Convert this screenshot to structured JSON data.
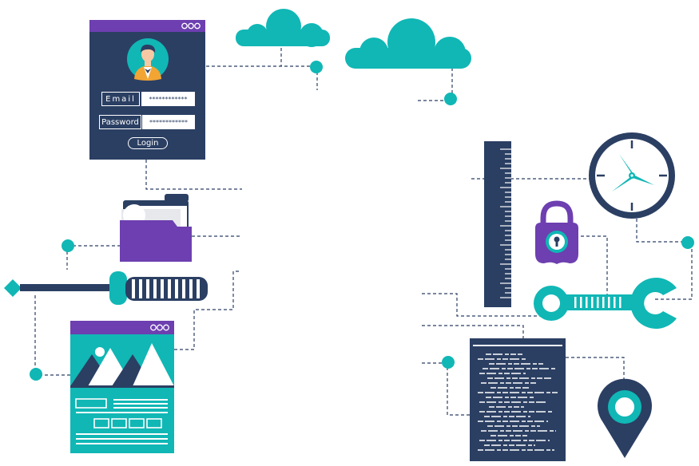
{
  "login": {
    "email_label": "Email",
    "email_value": "************",
    "password_label": "Password",
    "password_value": "************",
    "login_button": "Login"
  },
  "colors": {
    "navy": "#2b3f63",
    "teal": "#10b7b5",
    "purple": "#6d3fb0",
    "white": "#ffffff",
    "skin": "#f6c9a4",
    "orange": "#f2a533"
  },
  "icons": [
    "user-avatar-icon",
    "cloud-icon",
    "folder-icon",
    "screwdriver-icon",
    "image-placeholder-icon",
    "ruler-icon",
    "clock-icon",
    "padlock-icon",
    "wrench-icon",
    "code-document-icon",
    "location-pin-icon"
  ]
}
